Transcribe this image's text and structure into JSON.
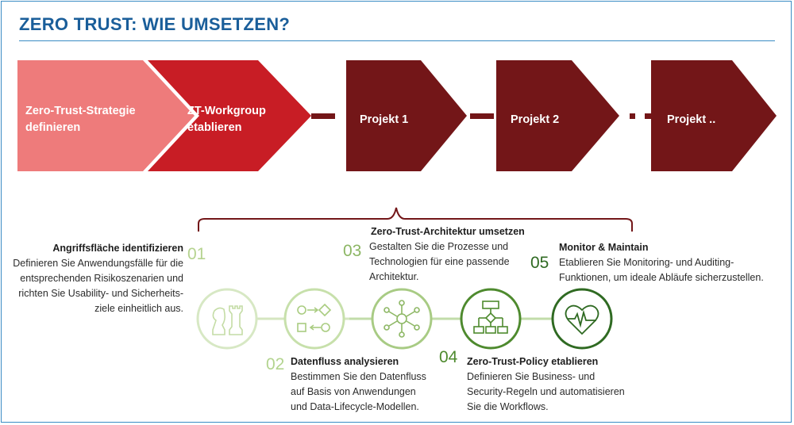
{
  "title": "ZERO TRUST: WIE UMSETZEN?",
  "chevrons": [
    {
      "line1": "Zero-Trust-Strategie",
      "line2": "definieren",
      "color": "#ee7b7b"
    },
    {
      "line1": "ZT-Workgroup",
      "line2": "etablieren",
      "color": "#c81d25"
    },
    {
      "line1": "Projekt 1",
      "line2": "",
      "color": "#731618"
    },
    {
      "line1": "Projekt 2",
      "line2": "",
      "color": "#731618"
    },
    {
      "line1": "Projekt ..",
      "line2": "",
      "color": "#731618"
    }
  ],
  "architecture_label": "Zero-Trust-Architektur umsetzen",
  "steps": [
    {
      "num": "01",
      "title": "Angriffsfläche identifizieren",
      "lines": [
        "Definieren Sie Anwendungsfälle für die",
        "entsprechenden Risikoszenarien und",
        "richten Sie Usability- und Sicherheits-",
        "ziele einheitlich aus."
      ],
      "color": "#b5d38f",
      "icon": "chess-icon"
    },
    {
      "num": "02",
      "title": "Datenfluss analysieren",
      "lines": [
        "Bestimmen Sie den Datenfluss",
        "auf Basis von Anwendungen",
        "und Data-Lifecycle-Modellen."
      ],
      "color": "#9cc46a",
      "icon": "flow-shapes-icon"
    },
    {
      "num": "03",
      "title": "",
      "lines": [
        "Gestalten Sie die Prozesse und",
        "Technologien für eine passende",
        "Architektur."
      ],
      "color": "#7ba84a",
      "icon": "network-hub-icon"
    },
    {
      "num": "04",
      "title": "Zero-Trust-Policy etablieren",
      "lines": [
        "Definieren Sie Business- und",
        "Security-Regeln und automatisieren",
        "Sie die Workflows."
      ],
      "color": "#4e8a2e",
      "icon": "flowchart-icon"
    },
    {
      "num": "05",
      "title": "Monitor & Maintain",
      "lines": [
        "Etablieren Sie Monitoring- und Auditing-",
        "Funktionen, um ideale Abläufe sicherzustellen."
      ],
      "color": "#2f6a22",
      "icon": "heartbeat-icon"
    }
  ]
}
